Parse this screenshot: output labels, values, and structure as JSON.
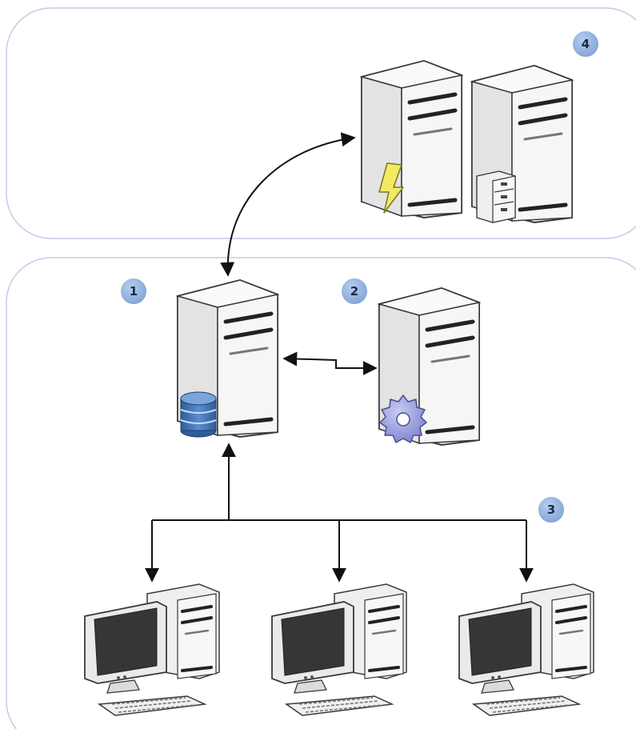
{
  "zones": {
    "top_zone": {
      "badge": "4",
      "label": ""
    },
    "bottom_zone": {
      "badges": [
        "1",
        "2",
        "3"
      ]
    }
  },
  "nodes": {
    "server_db": {
      "badge": "1",
      "icon": "database-icon"
    },
    "server_app": {
      "badge": "2",
      "icon": "gear-icon"
    },
    "server_power": {
      "icon": "lightning-icon"
    },
    "server_storage": {
      "icon": "file-cabinet-icon"
    },
    "clients": [
      "workstation",
      "workstation",
      "workstation"
    ],
    "clients_badge": "3"
  },
  "connections": [
    {
      "from": "server_db",
      "to": "server_power",
      "style": "curved-bidirectional"
    },
    {
      "from": "server_db",
      "to": "server_app",
      "style": "elbow-bidirectional"
    },
    {
      "from": "clients",
      "to": "server_db",
      "style": "tree-fanout"
    }
  ],
  "colors": {
    "zone_border": "#c9c8e6",
    "badge_fill": "#8fb0dc",
    "badge_text": "#1b2a44",
    "tower_body": "#ececec",
    "tower_stroke": "#3a3a3a",
    "database": "#3e6fae",
    "gear": "#8f95d8",
    "lightning": "#f3ea62",
    "screen": "#3a3a3a"
  }
}
